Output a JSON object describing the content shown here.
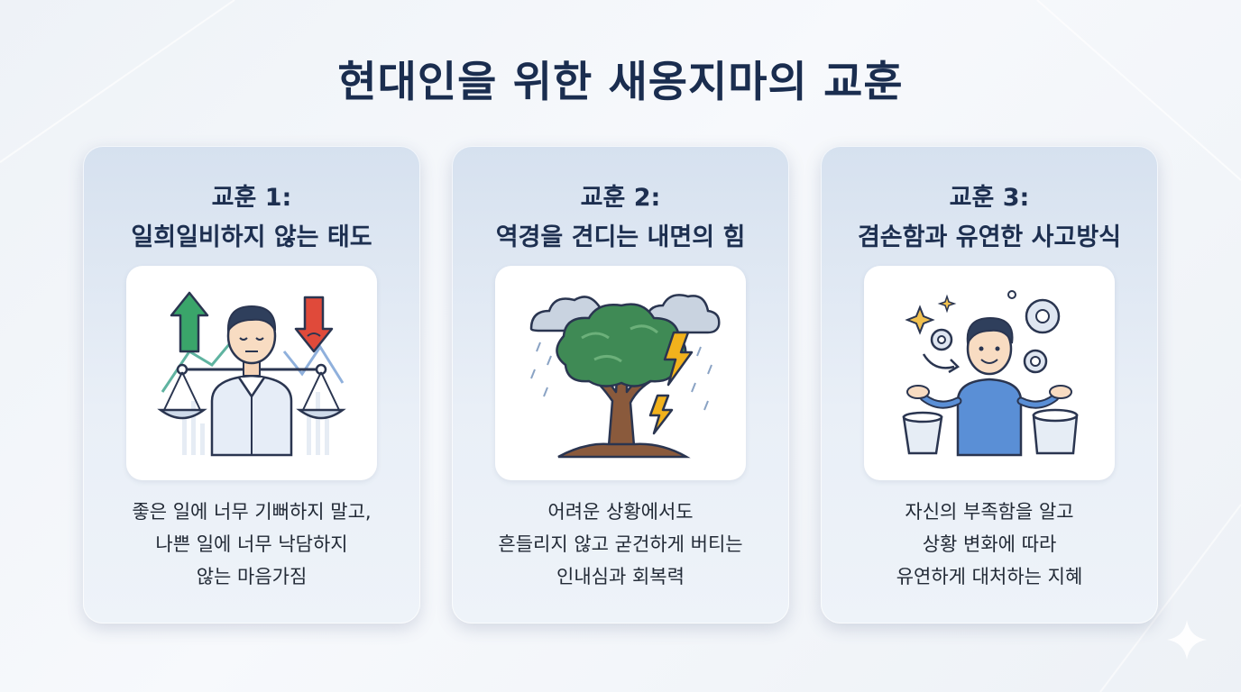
{
  "title": "현대인을 위한 새옹지마의 교훈",
  "cards": [
    {
      "heading_line1": "교훈 1:",
      "heading_line2": "일희일비하지 않는 태도",
      "body_lines": [
        "좋은 일에 너무 기뻐하지 말고,",
        "나쁜 일에 너무 낙담하지",
        "않는 마음가짐"
      ],
      "icon": "balance-person-icon"
    },
    {
      "heading_line1": "교훈 2:",
      "heading_line2": "역경을 견디는 내면의 힘",
      "body_lines": [
        "어려운 상황에서도",
        "흔들리지 않고 굳건하게 버티는",
        "인내심과 회복력"
      ],
      "icon": "storm-tree-icon"
    },
    {
      "heading_line1": "교훈 3:",
      "heading_line2": "겸손함과 유연한 사고방식",
      "body_lines": [
        "자신의 부족함을 알고",
        "상황 변화에 따라",
        "유연하게 대처하는 지혜"
      ],
      "icon": "flexible-person-icon"
    }
  ],
  "colors": {
    "title": "#1a2d4f",
    "card_bg": "#e3eaf4",
    "up_arrow": "#3aa56a",
    "down_arrow": "#e04a3a",
    "tree": "#3f8a55",
    "lightning": "#f2b21c",
    "shirt": "#5a8fd6"
  }
}
